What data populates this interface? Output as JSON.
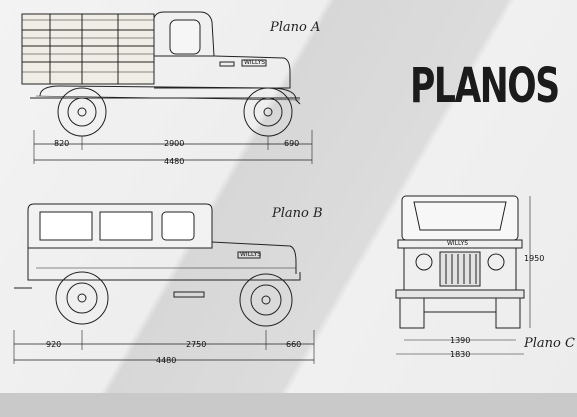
{
  "title": "PLANOS",
  "plan_a": {
    "label": "Plano A",
    "badge": "WILLYS",
    "dims": {
      "front_overhang": "820",
      "wheelbase": "2900",
      "rear_overhang": "690",
      "overall": "4480"
    }
  },
  "plan_b": {
    "label": "Plano B",
    "badge": "WILLYS",
    "dims": {
      "front_overhang": "920",
      "wheelbase": "2750",
      "rear_overhang": "660",
      "overall": "4480"
    }
  },
  "plan_c": {
    "label": "Plano C",
    "badge": "WILLYS",
    "dims": {
      "height": "1950",
      "track": "1390",
      "width": "1830"
    }
  }
}
